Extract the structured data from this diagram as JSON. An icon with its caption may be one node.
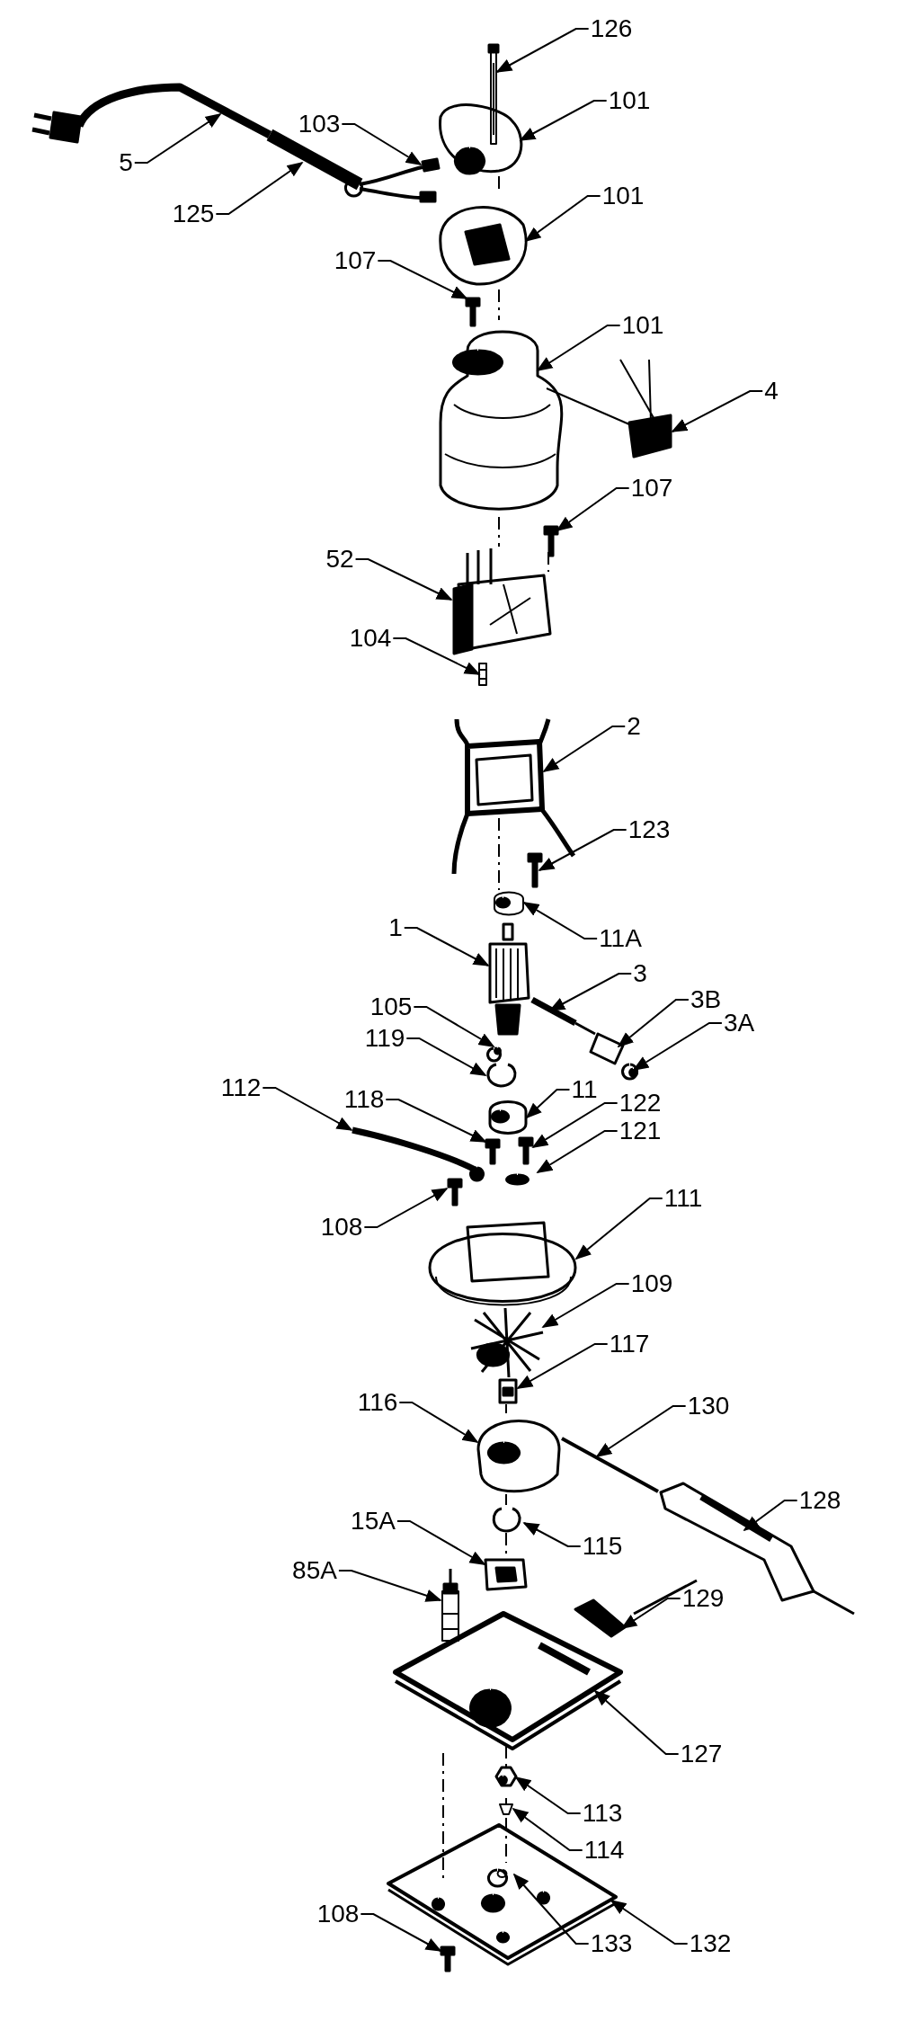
{
  "diagram": {
    "nodes": [
      {
        "text": [
          "126"
        ]
      },
      {
        "text": [
          "5"
        ]
      },
      {
        "text": [
          "103"
        ]
      },
      {
        "text": [
          "101"
        ]
      },
      {
        "text": [
          "125"
        ]
      },
      {
        "text": [
          "101"
        ]
      },
      {
        "text": [
          "107"
        ]
      },
      {
        "text": [
          "101"
        ]
      },
      {
        "text": [
          "4"
        ]
      },
      {
        "text": [
          "107"
        ]
      },
      {
        "text": [
          "52"
        ]
      },
      {
        "text": [
          "104"
        ]
      },
      {
        "text": [
          "2"
        ]
      },
      {
        "text": [
          "123"
        ]
      },
      {
        "text": [
          "11A"
        ]
      },
      {
        "text": [
          "1"
        ]
      },
      {
        "text": [
          "3"
        ]
      },
      {
        "text": [
          "105"
        ]
      },
      {
        "text": [
          "3B"
        ]
      },
      {
        "text": [
          "3A"
        ]
      },
      {
        "text": [
          "119"
        ]
      },
      {
        "text": [
          "112"
        ]
      },
      {
        "text": [
          "118"
        ]
      },
      {
        "text": [
          "11"
        ]
      },
      {
        "text": [
          "122"
        ]
      },
      {
        "text": [
          "121"
        ]
      },
      {
        "text": [
          "108"
        ]
      },
      {
        "text": [
          "111"
        ]
      },
      {
        "text": [
          "109"
        ]
      },
      {
        "text": [
          "117"
        ]
      },
      {
        "text": [
          "116"
        ]
      },
      {
        "text": [
          "130"
        ]
      },
      {
        "text": [
          "128"
        ]
      },
      {
        "text": [
          "15A"
        ]
      },
      {
        "text": [
          "115"
        ]
      },
      {
        "text": [
          "85A"
        ]
      },
      {
        "text": [
          "129"
        ]
      },
      {
        "text": [
          "127"
        ]
      },
      {
        "text": [
          "113"
        ]
      },
      {
        "text": [
          "114"
        ]
      },
      {
        "text": [
          "133"
        ]
      },
      {
        "text": [
          "132"
        ]
      },
      {
        "text": [
          "108"
        ]
      },
      {
        "text": [],
        "shape": "picture"
      },
      {
        "text": [],
        "shape": "picture"
      },
      {
        "text": [],
        "shape": "picture"
      },
      {
        "text": [],
        "shape": "picture"
      },
      {
        "text": [],
        "shape": "picture"
      },
      {
        "text": [],
        "shape": "picture"
      },
      {
        "text": [],
        "shape": "picture"
      },
      {
        "text": [],
        "shape": "picture"
      },
      {
        "text": [],
        "shape": "picture"
      },
      {
        "text": [],
        "shape": "picture"
      },
      {
        "text": [],
        "shape": "picture"
      },
      {
        "text": [],
        "shape": "picture"
      },
      {
        "text": [],
        "shape": "picture"
      },
      {
        "text": [],
        "shape": "picture"
      },
      {
        "text": [],
        "shape": "picture"
      },
      {
        "text": [],
        "shape": "picture"
      },
      {
        "text": [],
        "shape": "picture"
      },
      {
        "text": [],
        "shape": "picture"
      },
      {
        "text": [],
        "shape": "picture"
      },
      {
        "text": [],
        "shape": "picture"
      },
      {
        "text": [],
        "shape": "picture"
      },
      {
        "text": [],
        "shape": "picture"
      },
      {
        "text": [],
        "shape": "picture"
      },
      {
        "text": [],
        "shape": "picture"
      },
      {
        "text": [],
        "shape": "picture"
      },
      {
        "text": [],
        "shape": "picture"
      },
      {
        "text": [],
        "shape": "picture"
      },
      {
        "text": [],
        "shape": "picture"
      },
      {
        "text": [],
        "shape": "picture"
      },
      {
        "text": [],
        "shape": "picture"
      },
      {
        "text": [],
        "shape": "picture"
      },
      {
        "text": [],
        "shape": "picture"
      },
      {
        "text": [],
        "shape": "picture"
      },
      {
        "text": [],
        "shape": "picture"
      },
      {
        "text": [],
        "shape": "picture"
      },
      {
        "text": [],
        "shape": "picture"
      },
      {
        "text": [],
        "shape": "picture"
      },
      {
        "text": [],
        "shape": "picture"
      },
      {
        "text": [],
        "shape": "picture"
      },
      {
        "text": [],
        "shape": "picture"
      },
      {
        "text": [],
        "shape": "picture",
        "in": 84
      },
      {
        "text": [],
        "shape": "picture"
      },
      {
        "text": [],
        "shape": "picture"
      }
    ],
    "edges": [
      {
        "from": 0,
        "to": 43,
        "arrow": "to"
      },
      {
        "from": 1,
        "to": 44,
        "arrow": "to"
      },
      {
        "from": 2,
        "to": 45,
        "arrow": "to"
      },
      {
        "from": 3,
        "to": 46,
        "arrow": "to"
      },
      {
        "from": 4,
        "to": 47,
        "arrow": "to"
      },
      {
        "from": 5,
        "to": 48,
        "arrow": "to"
      },
      {
        "from": 6,
        "to": 49,
        "arrow": "to"
      },
      {
        "from": 7,
        "to": 50,
        "arrow": "to"
      },
      {
        "from": 8,
        "to": 51,
        "arrow": "to"
      },
      {
        "from": 9,
        "to": 52,
        "arrow": "to"
      },
      {
        "from": 10,
        "to": 53,
        "arrow": "to"
      },
      {
        "from": 11,
        "to": 54,
        "arrow": "to"
      },
      {
        "from": 12,
        "to": 55,
        "arrow": "to"
      },
      {
        "from": 13,
        "to": 56,
        "arrow": "to"
      },
      {
        "from": 14,
        "to": 57,
        "arrow": "to"
      },
      {
        "from": 15,
        "to": 58,
        "arrow": "to"
      },
      {
        "from": 16,
        "to": 59,
        "arrow": "to"
      },
      {
        "from": 17,
        "to": 60,
        "arrow": "to"
      },
      {
        "from": 18,
        "to": 61,
        "arrow": "to"
      },
      {
        "from": 19,
        "to": 62,
        "arrow": "to"
      },
      {
        "from": 20,
        "to": 63,
        "arrow": "to"
      },
      {
        "from": 21,
        "to": 64,
        "arrow": "to"
      },
      {
        "from": 22,
        "to": 65,
        "arrow": "to"
      },
      {
        "from": 23,
        "to": 66,
        "arrow": "to"
      },
      {
        "from": 24,
        "to": 67,
        "arrow": "to"
      },
      {
        "from": 25,
        "to": 68,
        "arrow": "to"
      },
      {
        "from": 26,
        "to": 69,
        "arrow": "to"
      },
      {
        "from": 27,
        "to": 70,
        "arrow": "to"
      },
      {
        "from": 28,
        "to": 71,
        "arrow": "to"
      },
      {
        "from": 29,
        "to": 72,
        "arrow": "to"
      },
      {
        "from": 30,
        "to": 73,
        "arrow": "to"
      },
      {
        "from": 31,
        "to": 74,
        "arrow": "to"
      },
      {
        "from": 32,
        "to": 75,
        "arrow": "to"
      },
      {
        "from": 33,
        "to": 76,
        "arrow": "to"
      },
      {
        "from": 34,
        "to": 77,
        "arrow": "to"
      },
      {
        "from": 35,
        "to": 78,
        "arrow": "to"
      },
      {
        "from": 36,
        "to": 79,
        "arrow": "to"
      },
      {
        "from": 37,
        "to": 80,
        "arrow": "to"
      },
      {
        "from": 38,
        "to": 81,
        "arrow": "to"
      },
      {
        "from": 39,
        "to": 82,
        "arrow": "to"
      },
      {
        "from": 40,
        "to": 83,
        "arrow": "to"
      },
      {
        "from": 41,
        "to": 84,
        "arrow": "to"
      },
      {
        "from": 42,
        "to": 85,
        "arrow": "to"
      }
    ]
  }
}
